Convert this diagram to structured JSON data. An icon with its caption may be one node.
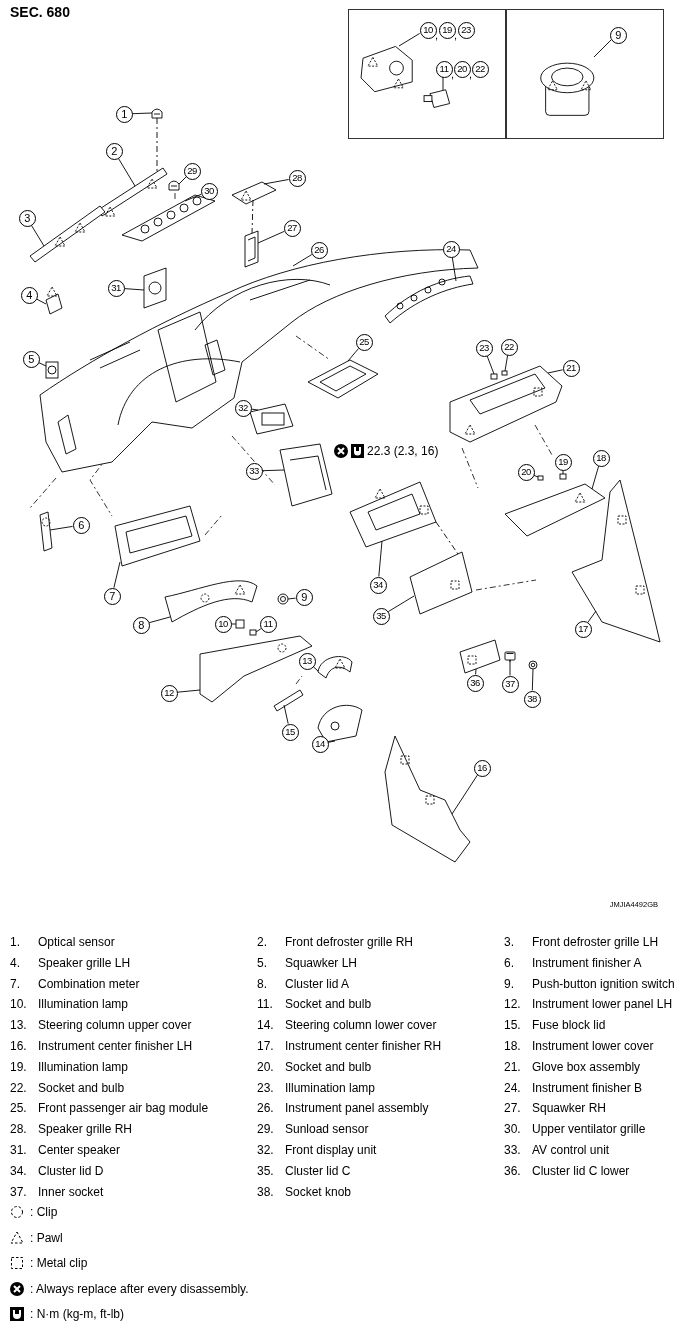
{
  "diagram": {
    "title": "SEC. 680",
    "nodes": [
      {
        "text": [],
        "shape": "box"
      },
      {
        "text": [
          "10"
        ],
        "in": 0
      },
      {
        "text": [
          "19"
        ],
        "in": 0
      },
      {
        "text": [
          "23"
        ],
        "in": 0
      },
      {
        "text": [
          "11"
        ],
        "in": 0
      },
      {
        "text": [
          "20"
        ],
        "in": 0
      },
      {
        "text": [
          "22"
        ],
        "in": 0
      },
      {
        "text": [],
        "shape": "box"
      },
      {
        "text": [
          "9"
        ],
        "in": 7
      },
      {
        "text": [
          "1"
        ]
      },
      {
        "text": [
          "2"
        ]
      },
      {
        "text": [
          "29"
        ]
      },
      {
        "text": [
          "28"
        ]
      },
      {
        "text": [
          "30"
        ]
      },
      {
        "text": [
          "3"
        ]
      },
      {
        "text": [
          "27"
        ]
      },
      {
        "text": [
          "26"
        ]
      },
      {
        "text": [
          "24"
        ]
      },
      {
        "text": [
          "31"
        ]
      },
      {
        "text": [
          "4"
        ]
      },
      {
        "text": [
          "25"
        ]
      },
      {
        "text": [
          "23"
        ]
      },
      {
        "text": [
          "22"
        ]
      },
      {
        "text": [
          "5"
        ]
      },
      {
        "text": [
          "21"
        ]
      },
      {
        "text": [
          "32"
        ]
      },
      {
        "text": [
          "18"
        ]
      },
      {
        "text": [
          "19"
        ]
      },
      {
        "text": [
          "33"
        ]
      },
      {
        "text": [
          "20"
        ]
      },
      {
        "text": [
          "6"
        ]
      },
      {
        "text": [
          "34"
        ]
      },
      {
        "text": [
          "7"
        ]
      },
      {
        "text": [
          "9"
        ]
      },
      {
        "text": [
          "35"
        ]
      },
      {
        "text": [
          "8"
        ]
      },
      {
        "text": [
          "10"
        ]
      },
      {
        "text": [
          "11"
        ]
      },
      {
        "text": [
          "17"
        ]
      },
      {
        "text": [
          "13"
        ]
      },
      {
        "text": [
          "36"
        ]
      },
      {
        "text": [
          "37"
        ]
      },
      {
        "text": [
          "12"
        ]
      },
      {
        "text": [
          "38"
        ]
      },
      {
        "text": [
          "15"
        ]
      },
      {
        "text": [
          "14"
        ]
      },
      {
        "text": [
          "16"
        ]
      },
      {
        "text": [],
        "shape": "picture",
        "in": 0
      },
      {
        "text": [],
        "shape": "picture",
        "in": 0
      },
      {
        "text": [],
        "shape": "picture",
        "in": 7
      },
      {
        "text": [],
        "shape": "picture"
      },
      {
        "text": [],
        "shape": "picture"
      },
      {
        "text": [],
        "shape": "picture"
      },
      {
        "text": [],
        "shape": "picture"
      },
      {
        "text": [],
        "shape": "picture"
      },
      {
        "text": [],
        "shape": "picture"
      },
      {
        "text": [],
        "shape": "picture"
      },
      {
        "text": [],
        "shape": "picture"
      },
      {
        "text": [],
        "shape": "picture"
      },
      {
        "text": [],
        "shape": "picture"
      },
      {
        "text": [],
        "shape": "picture"
      },
      {
        "text": [],
        "shape": "picture"
      },
      {
        "text": [],
        "shape": "box"
      },
      {
        "text": [],
        "shape": "box"
      },
      {
        "text": [],
        "shape": "picture"
      },
      {
        "text": [],
        "shape": "picture"
      },
      {
        "text": [],
        "shape": "picture"
      },
      {
        "text": [],
        "shape": "picture"
      },
      {
        "text": [],
        "shape": "box"
      },
      {
        "text": [],
        "shape": "picture"
      },
      {
        "text": [],
        "shape": "box"
      },
      {
        "text": [],
        "shape": "picture"
      },
      {
        "text": [],
        "shape": "picture"
      },
      {
        "text": [],
        "shape": "picture"
      },
      {
        "text": [],
        "shape": "picture"
      },
      {
        "text": [],
        "shape": "picture"
      },
      {
        "text": [],
        "shape": "picture"
      },
      {
        "text": [],
        "shape": "box"
      },
      {
        "text": [],
        "shape": "box"
      },
      {
        "text": [],
        "shape": "picture"
      },
      {
        "text": [],
        "shape": "picture"
      },
      {
        "text": [],
        "shape": "picture"
      },
      {
        "text": [],
        "shape": "picture"
      },
      {
        "text": [],
        "shape": "picture"
      },
      {
        "text": [],
        "shape": "picture"
      },
      {
        "text": [],
        "shape": "box"
      },
      {
        "text": [],
        "shape": "picture"
      },
      {
        "text": [],
        "shape": "picture"
      }
    ],
    "edges": [
      {
        "from": 1,
        "to": 47,
        "arrow": "none"
      },
      {
        "from": 4,
        "to": 48,
        "arrow": "none"
      },
      {
        "from": 8,
        "to": 49,
        "arrow": "none"
      },
      {
        "from": 9,
        "to": 50,
        "arrow": "none"
      },
      {
        "from": 10,
        "to": 51,
        "arrow": "none"
      },
      {
        "from": 11,
        "to": 52,
        "arrow": "none"
      },
      {
        "from": 12,
        "to": 53,
        "arrow": "none"
      },
      {
        "from": 13,
        "to": 54,
        "arrow": "none"
      },
      {
        "from": 14,
        "to": 55,
        "arrow": "none"
      },
      {
        "from": 15,
        "to": 56,
        "arrow": "none"
      },
      {
        "from": 16,
        "to": 57,
        "arrow": "none"
      },
      {
        "from": 17,
        "to": 58,
        "arrow": "none"
      },
      {
        "from": 18,
        "to": 59,
        "arrow": "none"
      },
      {
        "from": 19,
        "to": 60,
        "arrow": "none"
      },
      {
        "from": 20,
        "to": 61,
        "arrow": "none"
      },
      {
        "from": 21,
        "to": 62,
        "arrow": "none"
      },
      {
        "from": 22,
        "to": 63,
        "arrow": "none"
      },
      {
        "from": 23,
        "to": 64,
        "arrow": "none"
      },
      {
        "from": 24,
        "to": 65,
        "arrow": "none"
      },
      {
        "from": 25,
        "to": 66,
        "arrow": "none"
      },
      {
        "from": 26,
        "to": 67,
        "arrow": "none"
      },
      {
        "from": 27,
        "to": 68,
        "arrow": "none"
      },
      {
        "from": 28,
        "to": 69,
        "arrow": "none"
      },
      {
        "from": 29,
        "to": 70,
        "arrow": "none"
      },
      {
        "from": 30,
        "to": 71,
        "arrow": "none"
      },
      {
        "from": 31,
        "to": 72,
        "arrow": "none"
      },
      {
        "from": 32,
        "to": 73,
        "arrow": "none"
      },
      {
        "from": 33,
        "to": 74,
        "arrow": "none"
      },
      {
        "from": 34,
        "to": 75,
        "arrow": "none"
      },
      {
        "from": 35,
        "to": 76,
        "arrow": "none"
      },
      {
        "from": 36,
        "to": 77,
        "arrow": "none"
      },
      {
        "from": 37,
        "to": 78,
        "arrow": "none"
      },
      {
        "from": 38,
        "to": 79,
        "arrow": "none"
      },
      {
        "from": 39,
        "to": 80,
        "arrow": "none"
      },
      {
        "from": 40,
        "to": 81,
        "arrow": "none"
      },
      {
        "from": 41,
        "to": 82,
        "arrow": "none"
      },
      {
        "from": 42,
        "to": 83,
        "arrow": "none"
      },
      {
        "from": 43,
        "to": 84,
        "arrow": "none"
      },
      {
        "from": 44,
        "to": 85,
        "arrow": "none"
      },
      {
        "from": 45,
        "to": 86,
        "arrow": "none"
      },
      {
        "from": 46,
        "to": 87,
        "arrow": "none"
      },
      {
        "from": 50,
        "to": 51,
        "arrow": "none",
        "style": "dashed"
      },
      {
        "from": 53,
        "to": 56,
        "arrow": "none",
        "style": "dashed"
      },
      {
        "from": 72,
        "to": 75,
        "arrow": "none",
        "style": "dashed"
      }
    ],
    "labels": [
      ",",
      ",",
      ",",
      ",",
      "22.3 (2.3, 16)",
      "JMJIA4492GB",
      "1.",
      "Optical sensor",
      "2.",
      "Front defroster grille RH",
      "3.",
      "Front defroster grille LH",
      "4.",
      "Speaker grille LH",
      "5.",
      "Squawker LH",
      "6.",
      "Instrument finisher A",
      "7.",
      "Combination meter",
      "8.",
      "Cluster lid A",
      "9.",
      "Push-button ignition switch",
      "10.",
      "Illumination lamp",
      "11.",
      "Socket and bulb",
      "12.",
      "Instrument lower panel LH",
      "13.",
      "Steering column upper cover",
      "14.",
      "Steering column lower cover",
      "15.",
      "Fuse block lid",
      "16.",
      "Instrument center finisher LH",
      "17.",
      "Instrument center finisher RH",
      "18.",
      "Instrument lower cover",
      "19.",
      "Illumination lamp",
      "20.",
      "Socket and bulb",
      "21.",
      "Glove box assembly",
      "22.",
      "Socket and bulb",
      "23.",
      "Illumination lamp",
      "24.",
      "Instrument finisher B",
      "25.",
      "Front passenger air bag module",
      "26.",
      "Instrument panel assembly",
      "27.",
      "Squawker RH",
      "28.",
      "Speaker grille RH",
      "29.",
      "Sunload sensor",
      "30.",
      "Upper ventilator grille",
      "31.",
      "Center speaker",
      "32.",
      "Front display unit",
      "33.",
      "AV control unit",
      "34.",
      "Cluster lid D",
      "35.",
      "Cluster lid C",
      "36.",
      "Cluster lid C lower",
      "37.",
      "Inner socket",
      "38.",
      "Socket knob"
    ],
    "legend": [
      {
        "text": ": Clip"
      },
      {
        "text": ": Pawl"
      },
      {
        "text": ": Metal clip"
      },
      {
        "text": ": Always replace after every disassembly."
      },
      {
        "text": ": N·m (kg-m, ft-lb)"
      }
    ]
  }
}
